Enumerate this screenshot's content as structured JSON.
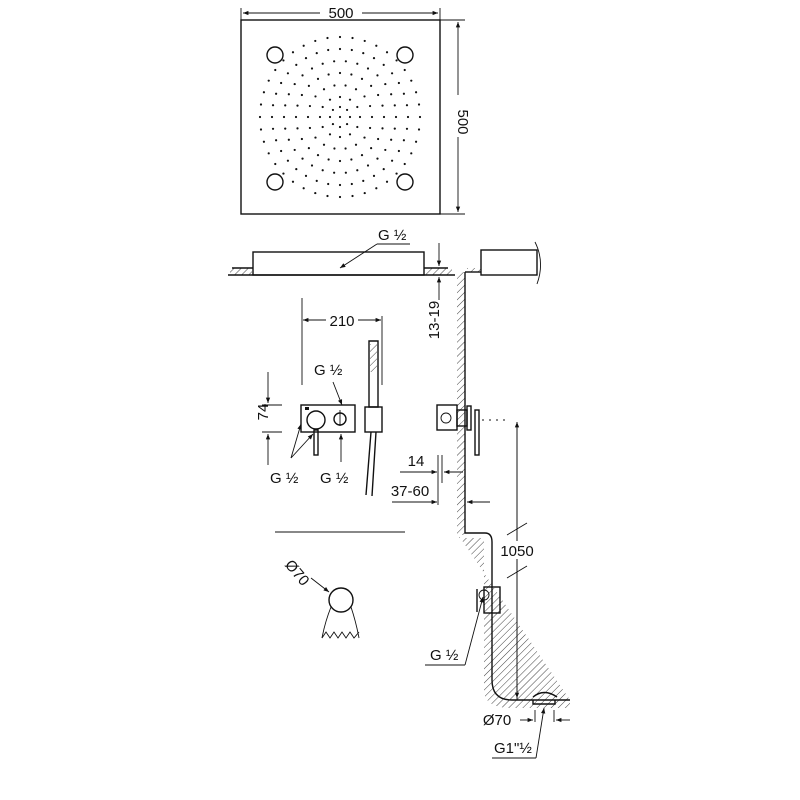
{
  "top_view": {
    "width_label": "500",
    "height_label": "500"
  },
  "side_view": {
    "inlet_label": "G ½",
    "recess_label": "13-19"
  },
  "front_view": {
    "width_label": "210",
    "top_inlet_label": "G ½",
    "height_label": "74",
    "left_inlet_label": "G ½",
    "bottom_inlet_label": "G ½"
  },
  "wall_section": {
    "offset_label": "14",
    "depth_label": "37-60",
    "height_label": "1050",
    "outlet_label": "G ½",
    "drain_diameter_label": "Ø70",
    "drain_thread_label": "G1\"½"
  },
  "hand_shower": {
    "diameter_label": "Ø70"
  },
  "colors": {
    "line": "#111111",
    "background": "#ffffff"
  }
}
